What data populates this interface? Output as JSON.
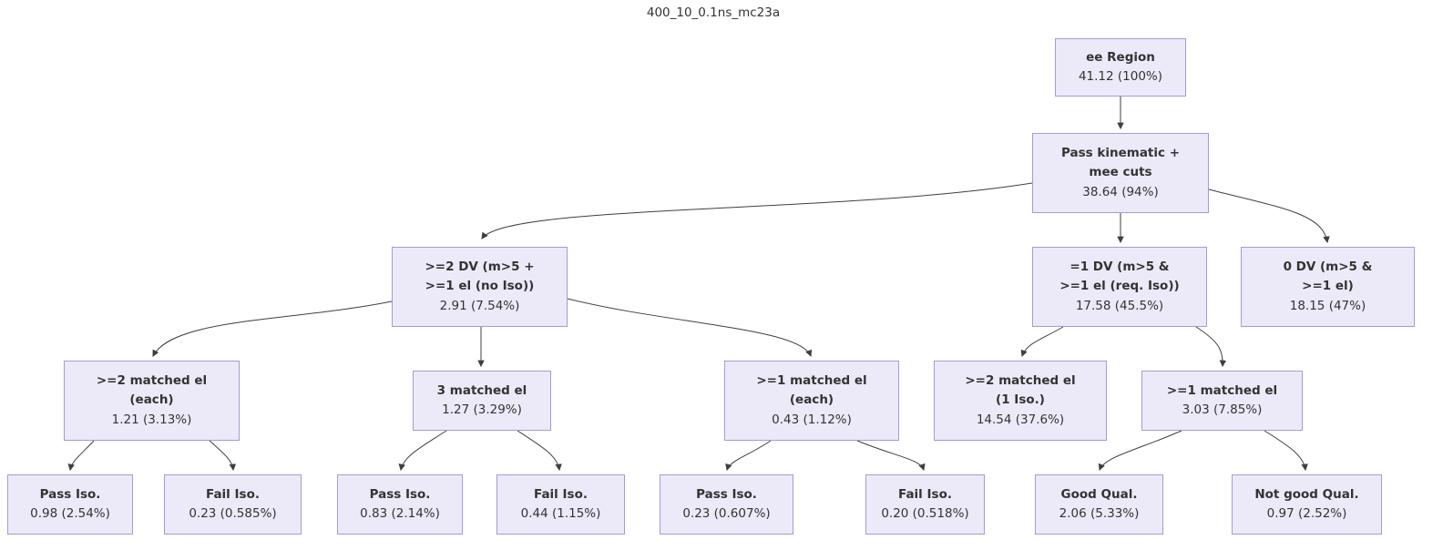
{
  "title": "400_10_0.1ns_mc23a",
  "colors": {
    "background": "#ffffff",
    "node_fill": "#eceaf8",
    "node_border": "#a49bd5",
    "edge": "#3f3f3f",
    "text": "#333333"
  },
  "nodes": [
    {
      "id": "ee-region",
      "label": "ee Region",
      "value": "41.12 (100%)",
      "parent": null
    },
    {
      "id": "pass-kinematic",
      "label": "Pass kinematic +\nmee cuts",
      "value": "38.64 (94%)",
      "parent": "ee-region"
    },
    {
      "id": "ge2-dv",
      "label": ">=2 DV (m>5 +\n>=1 el (no Iso))",
      "value": "2.91 (7.54%)",
      "parent": "pass-kinematic"
    },
    {
      "id": "eq1-dv",
      "label": "=1 DV (m>5 &\n>=1 el (req. Iso))",
      "value": "17.58 (45.5%)",
      "parent": "pass-kinematic"
    },
    {
      "id": "zero-dv",
      "label": "0 DV (m>5 &\n>=1 el)",
      "value": "18.15 (47%)",
      "parent": "pass-kinematic"
    },
    {
      "id": "ge2-matched-each",
      "label": ">=2 matched el\n(each)",
      "value": "1.21 (3.13%)",
      "parent": "ge2-dv"
    },
    {
      "id": "three-matched",
      "label": "3 matched el",
      "value": "1.27 (3.29%)",
      "parent": "ge2-dv"
    },
    {
      "id": "ge1-matched-each",
      "label": ">=1 matched el\n(each)",
      "value": "0.43 (1.12%)",
      "parent": "ge2-dv"
    },
    {
      "id": "ge2-matched-1iso",
      "label": ">=2 matched el\n(1 Iso.)",
      "value": "14.54 (37.6%)",
      "parent": "eq1-dv"
    },
    {
      "id": "ge1-matched",
      "label": ">=1 matched el",
      "value": "3.03 (7.85%)",
      "parent": "eq1-dv"
    },
    {
      "id": "pass-iso-1",
      "label": "Pass Iso.",
      "value": "0.98 (2.54%)",
      "parent": "ge2-matched-each"
    },
    {
      "id": "fail-iso-1",
      "label": "Fail Iso.",
      "value": "0.23 (0.585%)",
      "parent": "ge2-matched-each"
    },
    {
      "id": "pass-iso-2",
      "label": "Pass Iso.",
      "value": "0.83 (2.14%)",
      "parent": "three-matched"
    },
    {
      "id": "fail-iso-2",
      "label": "Fail Iso.",
      "value": "0.44 (1.15%)",
      "parent": "three-matched"
    },
    {
      "id": "pass-iso-3",
      "label": "Pass Iso.",
      "value": "0.23 (0.607%)",
      "parent": "ge1-matched-each"
    },
    {
      "id": "fail-iso-3",
      "label": "Fail Iso.",
      "value": "0.20 (0.518%)",
      "parent": "ge1-matched-each"
    },
    {
      "id": "good-qual",
      "label": "Good Qual.",
      "value": "2.06 (5.33%)",
      "parent": "ge1-matched"
    },
    {
      "id": "not-good-qual",
      "label": "Not good Qual.",
      "value": "0.97 (2.52%)",
      "parent": "ge1-matched"
    }
  ]
}
